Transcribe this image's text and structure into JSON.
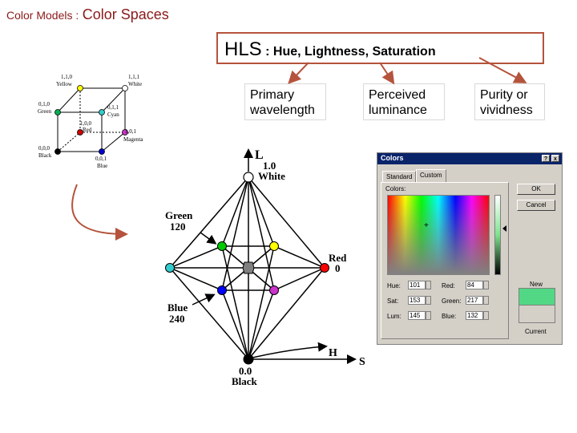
{
  "title": {
    "prefix": "Color Models :",
    "main": "Color Spaces"
  },
  "hls_box": {
    "main": "HLS",
    "rest": ": Hue, Lightness, Saturation"
  },
  "labels": [
    {
      "line1": "Primary",
      "line2": "wavelength"
    },
    {
      "line1": "Perceived",
      "line2": "luminance"
    },
    {
      "line1": "Purity or",
      "line2": "vividness"
    }
  ],
  "cube": {
    "vertices": [
      {
        "coord": "1,1,0",
        "name": "Yellow",
        "color": "#ffff00"
      },
      {
        "coord": "1,1,1",
        "name": "White",
        "color": "#ffffff"
      },
      {
        "coord": "0,1,0",
        "name": "Green",
        "color": "#00b050"
      },
      {
        "coord": "0,1,1",
        "name": "Cyan",
        "color": "#33cccc"
      },
      {
        "coord": "1,0,0",
        "name": "Red",
        "color": "#cc0000"
      },
      {
        "coord": "1,0,1",
        "name": "Magenta",
        "color": "#cc33cc"
      },
      {
        "coord": "0,0,0",
        "name": "Black",
        "color": "#000000"
      },
      {
        "coord": "0,0,1",
        "name": "Blue",
        "color": "#0000cc"
      }
    ]
  },
  "hexcone": {
    "axis_l": "L",
    "white_value": "1.0",
    "white_label": "White",
    "green_label": "Green",
    "green_value": "120",
    "red_label": "Red",
    "red_value": "0",
    "blue_label": "Blue",
    "blue_value": "240",
    "h_label": "H",
    "s_label": "S",
    "black_value": "0.0",
    "black_label": "Black",
    "colors": {
      "white": "#ffffff",
      "green": "#00cc00",
      "yellow": "#ffff00",
      "cyan": "#33cccc",
      "gray": "#808080",
      "red": "#ff0000",
      "blue": "#0000ff",
      "magenta": "#cc33cc",
      "black": "#000000"
    }
  },
  "dialog": {
    "title": "Colors",
    "help": "?",
    "close": "x",
    "tabs": [
      "Standard",
      "Custom"
    ],
    "colors_label": "Colors:",
    "ok": "OK",
    "cancel": "Cancel",
    "new_label": "New",
    "current_label": "Current",
    "fields": [
      {
        "label": "Hue:",
        "value": "101"
      },
      {
        "label": "Sat:",
        "value": "153"
      },
      {
        "label": "Lum:",
        "value": "145"
      },
      {
        "label": "Red:",
        "value": "84"
      },
      {
        "label": "Green:",
        "value": "217"
      },
      {
        "label": "Blue:",
        "value": "132"
      }
    ]
  }
}
